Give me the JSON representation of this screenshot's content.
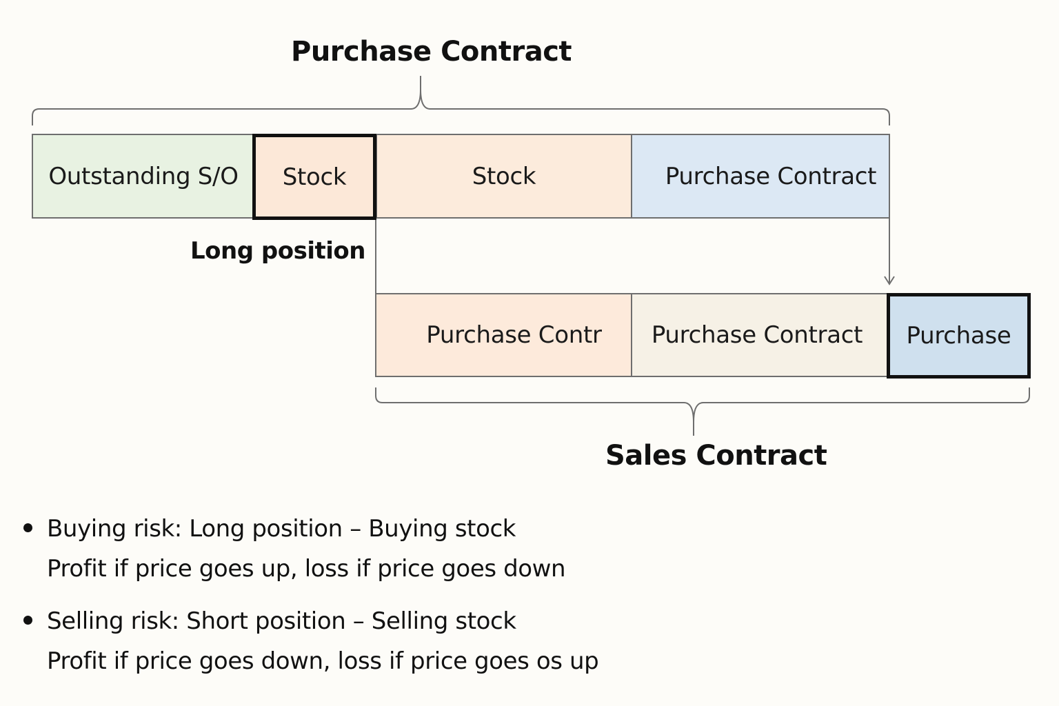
{
  "diagram": {
    "purchase_contract_heading": "Purchase Contract",
    "sales_contract_heading": "Sales Contract",
    "long_position_label": "Long position",
    "top_row": [
      {
        "label": "Outstanding S/O",
        "color": "#e8f2e2",
        "highlighted": false
      },
      {
        "label": "Stock",
        "color": "#fce8d8",
        "highlighted": true
      },
      {
        "label": "Stock",
        "color": "#fcebdc",
        "highlighted": false
      },
      {
        "label": "Purchase Contract",
        "color": "#dce8f4",
        "highlighted": false
      }
    ],
    "bottom_row": [
      {
        "label": "Purchase Contr",
        "color": "#fdeadb",
        "highlighted": false
      },
      {
        "label": "Purchase Contract",
        "color": "#f6f1e6",
        "highlighted": false
      },
      {
        "label": "Purchase",
        "color": "#cfe0ee",
        "highlighted": true
      }
    ]
  },
  "notes": [
    {
      "line1": "Buying risk: Long position – Buying stock",
      "line2": "Profit if price goes up, loss if price goes down"
    },
    {
      "line1": "Selling risk: Short position – Selling stock",
      "line2": "Profit if price goes down, loss if price goes os up"
    }
  ],
  "colors": {
    "background": "#fdfcf8",
    "connector": "#6e6e6e",
    "highlight_border": "#111111"
  }
}
